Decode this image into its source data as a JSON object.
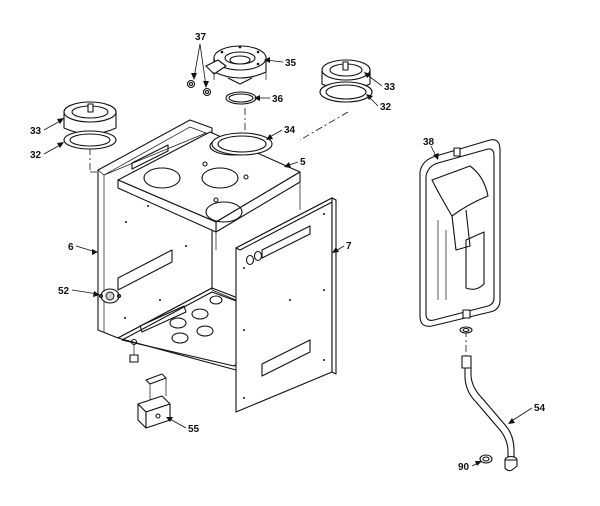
{
  "callouts": {
    "c37": "37",
    "c35": "35",
    "c36": "36",
    "c33_right": "33",
    "c32_right": "32",
    "c33_left": "33",
    "c32_left": "32",
    "c34": "34",
    "c5": "5",
    "c38": "38",
    "c6": "6",
    "c7": "7",
    "c52": "52",
    "c55": "55",
    "c54": "54",
    "c90": "90"
  }
}
